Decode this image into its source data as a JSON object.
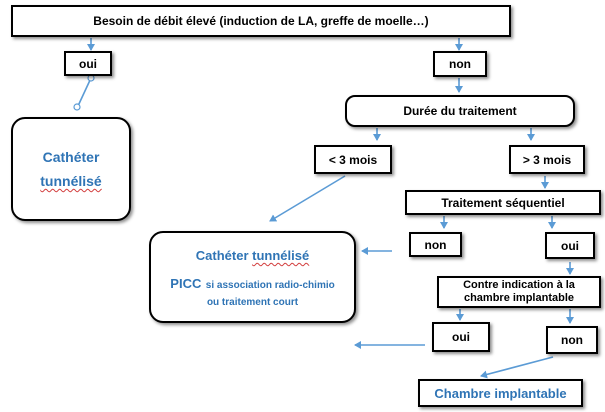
{
  "nodes": {
    "root": "Besoin de débit élevé (induction de LA, greffe de moelle…)",
    "oui_1": "oui",
    "non_1": "non",
    "cath_left_1": "Cathéter",
    "cath_left_2": "tunnélisé",
    "duree": "Durée du traitement",
    "less3": "< 3 mois",
    "more3": "> 3 mois",
    "seq": "Traitement séquentiel",
    "non_2": "non",
    "oui_2": "oui",
    "cath_center_title_a": "Cathéter ",
    "cath_center_title_b": "tunnélisé",
    "picc_bold": "PICC",
    "picc_rest": "si association radio-chimio",
    "picc_line2": "ou traitement court",
    "contre_1": "Contre indication à la",
    "contre_2": "chambre implantable",
    "oui_3": "oui",
    "non_3": "non",
    "chambre": "Chambre implantable"
  },
  "colors": {
    "arrow": "#5b9bd5",
    "text_blue": "#2f74b5",
    "border": "#000000"
  }
}
